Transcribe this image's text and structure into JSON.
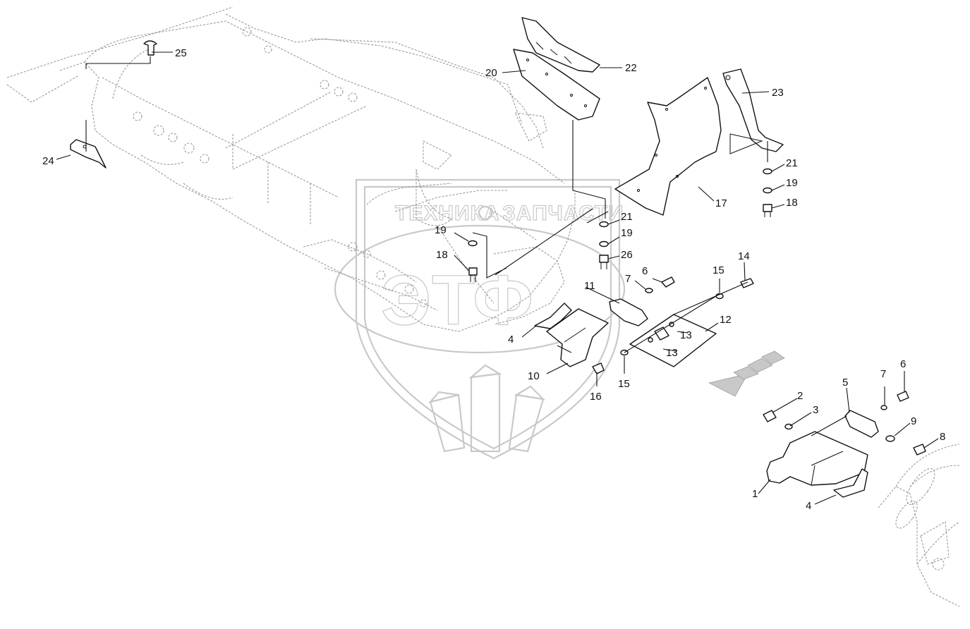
{
  "diagram": {
    "watermark": {
      "top_text": "ТЕХНИКА",
      "top_text_2": "ЗАПЧАСТИ",
      "monogram": "ЭТФ"
    },
    "callouts": [
      {
        "id": "c25",
        "label": "25"
      },
      {
        "id": "c24",
        "label": "24"
      },
      {
        "id": "c22",
        "label": "22"
      },
      {
        "id": "c20",
        "label": "20"
      },
      {
        "id": "c23",
        "label": "23"
      },
      {
        "id": "c21a",
        "label": "21"
      },
      {
        "id": "c19a",
        "label": "19"
      },
      {
        "id": "c18a",
        "label": "18"
      },
      {
        "id": "c17",
        "label": "17"
      },
      {
        "id": "c21b",
        "label": "21"
      },
      {
        "id": "c19b",
        "label": "19"
      },
      {
        "id": "c26",
        "label": "26"
      },
      {
        "id": "c19c",
        "label": "19"
      },
      {
        "id": "c18b",
        "label": "18"
      },
      {
        "id": "c6a",
        "label": "6"
      },
      {
        "id": "c7a",
        "label": "7"
      },
      {
        "id": "c15a",
        "label": "15"
      },
      {
        "id": "c14",
        "label": "14"
      },
      {
        "id": "c11",
        "label": "11"
      },
      {
        "id": "c12",
        "label": "12"
      },
      {
        "id": "c13a",
        "label": "13"
      },
      {
        "id": "c13b",
        "label": "13"
      },
      {
        "id": "c4a",
        "label": "4"
      },
      {
        "id": "c10",
        "label": "10"
      },
      {
        "id": "c16",
        "label": "16"
      },
      {
        "id": "c15b",
        "label": "15"
      },
      {
        "id": "c5",
        "label": "5"
      },
      {
        "id": "c7b",
        "label": "7"
      },
      {
        "id": "c6b",
        "label": "6"
      },
      {
        "id": "c2",
        "label": "2"
      },
      {
        "id": "c3",
        "label": "3"
      },
      {
        "id": "c9",
        "label": "9"
      },
      {
        "id": "c8",
        "label": "8"
      },
      {
        "id": "c1",
        "label": "1"
      },
      {
        "id": "c4b",
        "label": "4"
      }
    ]
  }
}
